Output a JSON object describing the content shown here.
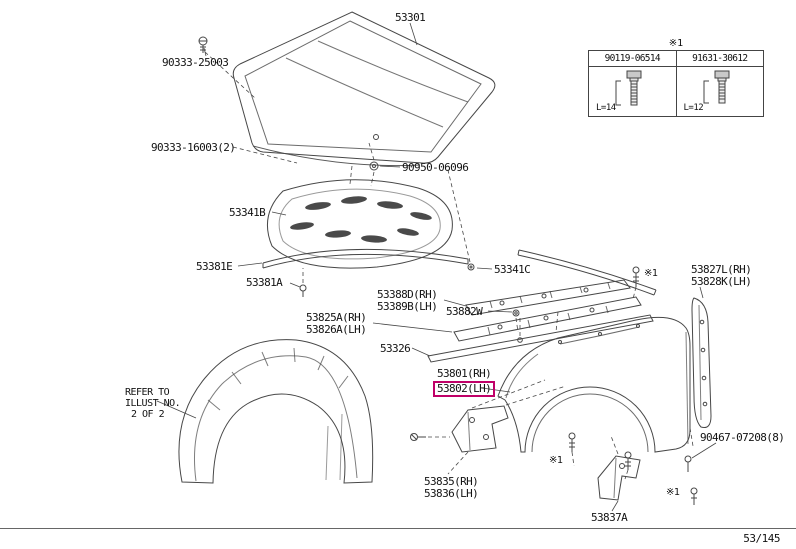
{
  "page": {
    "number": "53/145"
  },
  "fastener_table": {
    "ref_mark": "※1",
    "columns": [
      {
        "part_number": "90119-06514",
        "length": "L=14"
      },
      {
        "part_number": "91631-30612",
        "length": "L=12"
      }
    ]
  },
  "diagram": {
    "highlight_color": "#c00068",
    "ref_marks": [
      "※1",
      "※1",
      "※1"
    ],
    "note": {
      "line1": "REFER TO",
      "line2": "ILLUST NO.",
      "line3": "2 OF 2"
    },
    "labels": {
      "l53301": "53301",
      "l90333_25003": "90333-25003",
      "l90333_16003": "90333-16003(2)",
      "l90950_06096": "90950-06096",
      "l53341b": "53341B",
      "l53381e": "53381E",
      "l53381a": "53381A",
      "l53341c": "53341C",
      "l53388d": "53388D(RH)",
      "l53389b": "53389B(LH)",
      "l53882": "53882W",
      "l53825a": "53825A(RH)",
      "l53826a": "53826A(LH)",
      "l53326": "53326",
      "l53801": "53801(RH)",
      "l53802": "53802(LH)",
      "l53827l": "53827L(RH)",
      "l53828k": "53828K(LH)",
      "l90467": "90467-07208(8)",
      "l53835": "53835(RH)",
      "l53836": "53836(LH)",
      "l53837a": "53837A"
    }
  }
}
